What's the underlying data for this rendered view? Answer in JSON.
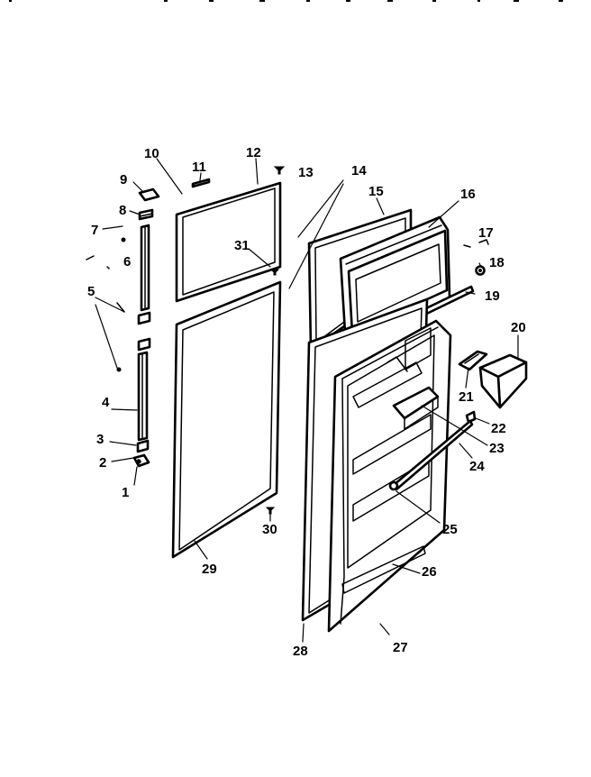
{
  "diagram": {
    "callouts": [
      {
        "id": "c1",
        "text": "1"
      },
      {
        "id": "c2",
        "text": "2"
      },
      {
        "id": "c3",
        "text": "3"
      },
      {
        "id": "c4",
        "text": "4"
      },
      {
        "id": "c5",
        "text": "5"
      },
      {
        "id": "c6",
        "text": "6"
      },
      {
        "id": "c7",
        "text": "7"
      },
      {
        "id": "c8",
        "text": "8"
      },
      {
        "id": "c9",
        "text": "9"
      },
      {
        "id": "c10",
        "text": "10"
      },
      {
        "id": "c11",
        "text": "11"
      },
      {
        "id": "c12",
        "text": "12"
      },
      {
        "id": "c13",
        "text": "13"
      },
      {
        "id": "c14",
        "text": "14"
      },
      {
        "id": "c15",
        "text": "15"
      },
      {
        "id": "c16",
        "text": "16"
      },
      {
        "id": "c17",
        "text": "17"
      },
      {
        "id": "c18",
        "text": "18"
      },
      {
        "id": "c19",
        "text": "19"
      },
      {
        "id": "c20",
        "text": "20"
      },
      {
        "id": "c21",
        "text": "21"
      },
      {
        "id": "c22",
        "text": "22"
      },
      {
        "id": "c23",
        "text": "23"
      },
      {
        "id": "c24",
        "text": "24"
      },
      {
        "id": "c25",
        "text": "25"
      },
      {
        "id": "c26",
        "text": "26"
      },
      {
        "id": "c27",
        "text": "27"
      },
      {
        "id": "c28",
        "text": "28"
      },
      {
        "id": "c29",
        "text": "29"
      },
      {
        "id": "c30",
        "text": "30"
      },
      {
        "id": "c31",
        "text": "31"
      }
    ]
  }
}
